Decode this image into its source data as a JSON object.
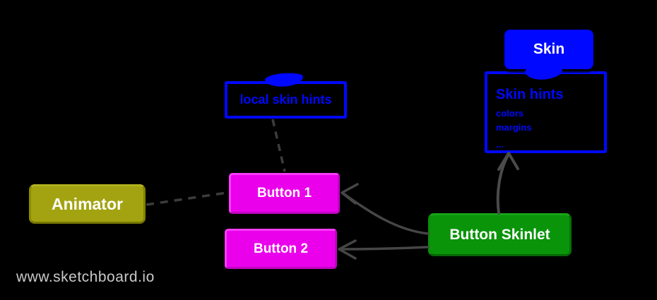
{
  "app": {
    "watermark": "www.sketchboard.io"
  },
  "palette": {
    "background": "#000000",
    "blue": "#0008ff",
    "magenta": "#ea00ea",
    "olive": "#a3a311",
    "green": "#0a940a",
    "edge_gray": "#464646",
    "dashed_gray": "#3c3c3c",
    "watermark_gray": "#c9c9c9",
    "node_text_white": "#ffffff"
  },
  "nodes": {
    "skin": {
      "label": "Skin"
    },
    "skin_hints": {
      "title": "Skin hints",
      "items": [
        "colors",
        "margins",
        "..."
      ]
    },
    "local_skin_hints": {
      "label": "local skin hints"
    },
    "animator": {
      "label": "Animator"
    },
    "button1": {
      "label": "Button 1"
    },
    "button2": {
      "label": "Button 2"
    },
    "button_skinlet": {
      "label": "Button Skinlet"
    }
  },
  "connections": [
    {
      "from": "local_skin_hints",
      "to": "button1",
      "style": "dashed",
      "arrow": false
    },
    {
      "from": "animator",
      "to": "button1",
      "style": "dashed",
      "arrow": false
    },
    {
      "from": "button_skinlet",
      "to": "button1",
      "style": "solid",
      "arrow": true
    },
    {
      "from": "button_skinlet",
      "to": "button2",
      "style": "solid",
      "arrow": true
    },
    {
      "from": "button_skinlet",
      "to": "skin_hints",
      "style": "solid",
      "arrow": true
    },
    {
      "from": "skin",
      "to": "skin_hints",
      "style": "attached-scribble",
      "arrow": false
    },
    {
      "to": "local_skin_hints",
      "style": "attached-scribble",
      "arrow": false
    }
  ]
}
